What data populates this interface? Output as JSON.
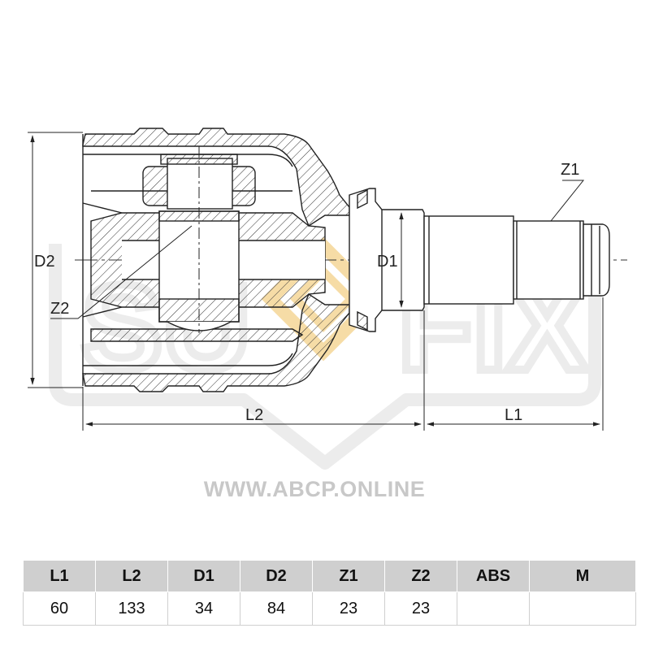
{
  "watermark": {
    "brand_left": "SU",
    "brand_right": "FIX",
    "url": "WWW.ABCP.ONLINE",
    "outline_color": "#e6e6e6",
    "diamond_color": "#f5d9a0"
  },
  "drawing": {
    "line_color": "#222222",
    "labels": {
      "d2": "D2",
      "d1": "D1",
      "z1": "Z1",
      "z2": "Z2",
      "l1": "L1",
      "l2": "L2"
    }
  },
  "specs": {
    "headers": [
      "L1",
      "L2",
      "D1",
      "D2",
      "Z1",
      "Z2",
      "ABS",
      "M"
    ],
    "values": [
      "60",
      "133",
      "34",
      "84",
      "23",
      "23",
      "",
      ""
    ]
  }
}
